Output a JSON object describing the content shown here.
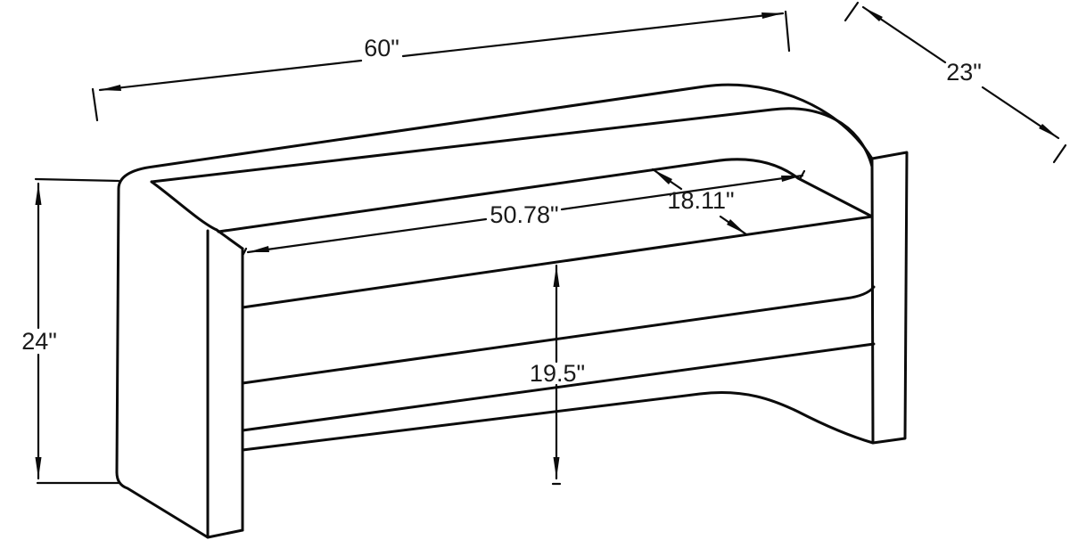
{
  "drawing": {
    "name": "bench-dimension-drawing",
    "unit": "inches",
    "dimensions": {
      "overall_width": {
        "label": "60\"",
        "value": 60
      },
      "overall_depth": {
        "label": "23\"",
        "value": 23
      },
      "overall_height": {
        "label": "24\"",
        "value": 24
      },
      "interior_width": {
        "label": "50.78\"",
        "value": 50.78
      },
      "seat_depth": {
        "label": "18.11\"",
        "value": 18.11
      },
      "seat_clearance_height": {
        "label": "19.5\"",
        "value": 19.5
      }
    }
  }
}
